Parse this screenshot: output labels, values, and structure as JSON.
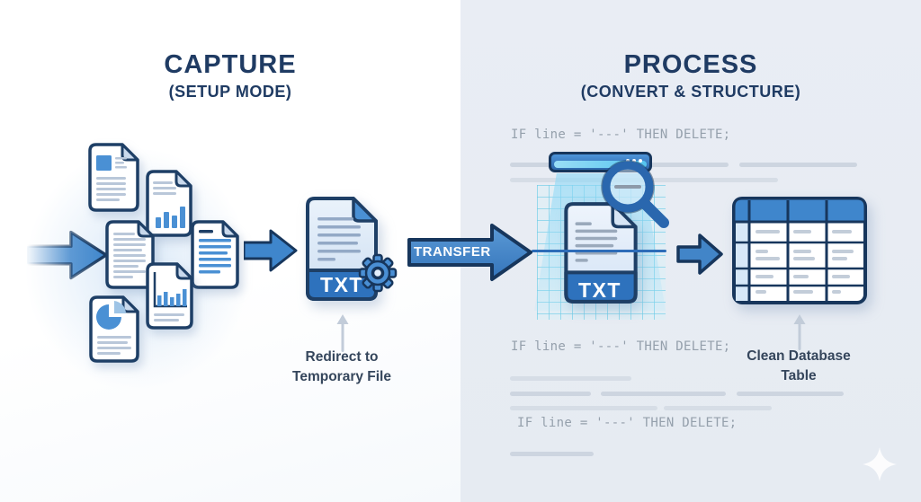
{
  "capture": {
    "title": "CAPTURE",
    "subtitle": "(SETUP MODE)",
    "transfer_label": "TRANSFER",
    "txt_label": "TXT",
    "caption_line1": "Redirect to",
    "caption_line2": "Temporary File"
  },
  "process": {
    "title": "PROCESS",
    "subtitle": "(CONVERT & STRUCTURE)",
    "txt_label": "TXT",
    "code_lines": [
      "IF line = '---' THEN DELETE;",
      "IF line = '---' THEN DELETE;",
      "IF line = '---' THEN DELETE;"
    ],
    "caption_line1": "Clean Database",
    "caption_line2": "Table"
  },
  "colors": {
    "navy": "#1f3b63",
    "outline": "#17365c",
    "blue": "#3f86cc",
    "band_blue": "#2e72bd",
    "cyan": "#55c4ef",
    "right_bg": "#e9edf4",
    "code_gray": "#95a0ac",
    "placeholder_gray": "#cdd5e0"
  }
}
